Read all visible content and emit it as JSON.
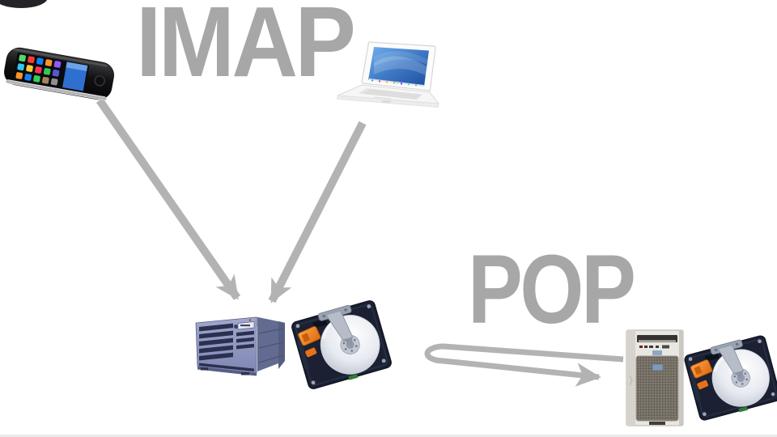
{
  "diagram": {
    "type": "email-protocol-comparison",
    "labels": {
      "imap": "IMAP",
      "pop": "POP"
    },
    "colors": {
      "background": "#ffffff",
      "label": "#a7a7a7",
      "arrow": "#b3b3b3"
    },
    "nodes": [
      {
        "icon": "smartphone-icon"
      },
      {
        "icon": "laptop-icon"
      },
      {
        "icon": "rack-server-icon"
      },
      {
        "icon": "hard-drive-icon"
      },
      {
        "icon": "desktop-tower-icon"
      },
      {
        "icon": "hard-drive-icon"
      }
    ],
    "connections": [
      {
        "protocol": "IMAP",
        "from": "smartphone",
        "to": "rack-server",
        "shape": "straight-arrow"
      },
      {
        "protocol": "IMAP",
        "from": "laptop",
        "to": "rack-server",
        "shape": "straight-arrow"
      },
      {
        "protocol": "POP",
        "from": "rack-server",
        "to": "desktop-tower",
        "shape": "u-turn-arrow"
      }
    ]
  }
}
